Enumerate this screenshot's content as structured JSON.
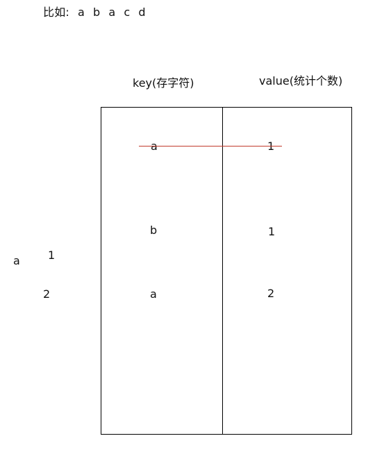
{
  "example": {
    "label": "比如:",
    "items": [
      "a",
      "b",
      "a",
      "c",
      "d"
    ]
  },
  "table": {
    "key_header": "key(存字符)",
    "value_header": "value(统计个数)",
    "rows": [
      {
        "key": "a",
        "value": "1",
        "struck": true
      },
      {
        "key": "b",
        "value": "1",
        "struck": false
      },
      {
        "key": "a",
        "value": "2",
        "struck": false
      }
    ]
  },
  "side_notes": {
    "char": "a",
    "first_count": "1",
    "second_count": "2"
  },
  "colors": {
    "strike_line": "#c0392b",
    "border": "#000000"
  }
}
